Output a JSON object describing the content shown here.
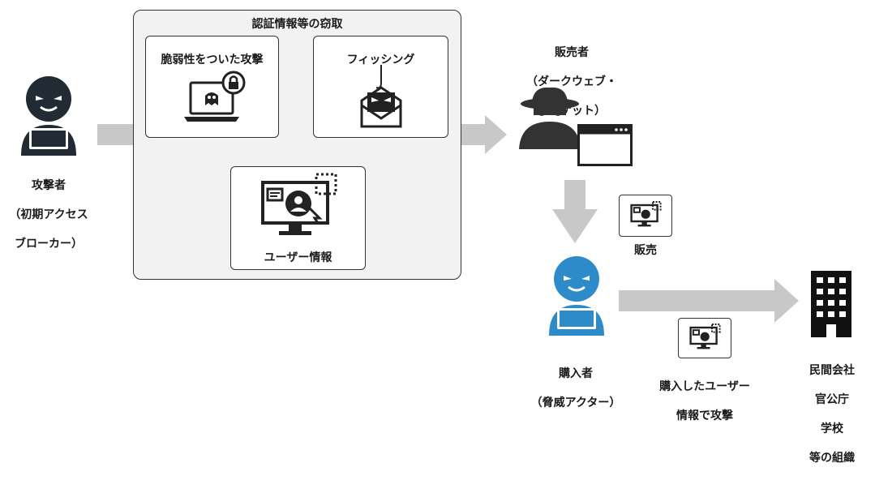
{
  "attacker": {
    "lines": [
      "攻撃者",
      "（初期アクセス",
      "ブローカー）"
    ]
  },
  "theft_panel": {
    "title": "認証情報等の窃取"
  },
  "vuln_card": {
    "title": "脆弱性をついた攻撃"
  },
  "phish_card": {
    "title": "フィッシング"
  },
  "userinfo_card": {
    "title": "ユーザー情報"
  },
  "seller": {
    "lines": [
      "販売者",
      "（ダークウェブ・",
      "マーケット）"
    ]
  },
  "sale": {
    "label": "販売"
  },
  "buyer": {
    "lines": [
      "購入者",
      "（脅威アクター）"
    ]
  },
  "attack_label": {
    "lines": [
      "購入したユーザー",
      "情報で攻撃"
    ]
  },
  "target": {
    "lines": [
      "民間会社",
      "官公庁",
      "学校",
      "等の組織"
    ]
  },
  "colors": {
    "attacker": "#222a33",
    "buyer": "#2e8bc9",
    "arrow": "#c8c8c8",
    "panel": "#f2f2f2"
  }
}
